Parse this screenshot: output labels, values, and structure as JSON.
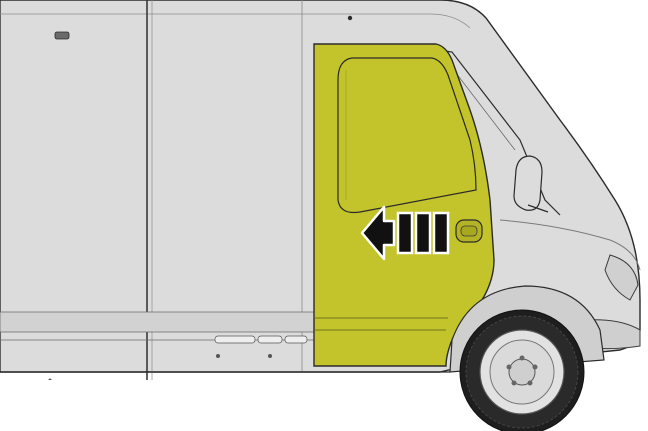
{
  "illustration": {
    "subject": "van-side-view",
    "highlighted_part": "front-side-door",
    "arrow_direction": "left"
  },
  "colors": {
    "body": "#dcdcdc",
    "body_shade": "#c9c9c9",
    "outline": "#2b2b2b",
    "highlight": "#c3c32c",
    "highlight_dark": "#a8a820",
    "arrow_fill": "#111111",
    "arrow_outline": "#ffffff",
    "tire": "#1e1e1e",
    "rim": "#e2e2e2"
  },
  "badges": {
    "label_1": "",
    "label_2": ""
  }
}
